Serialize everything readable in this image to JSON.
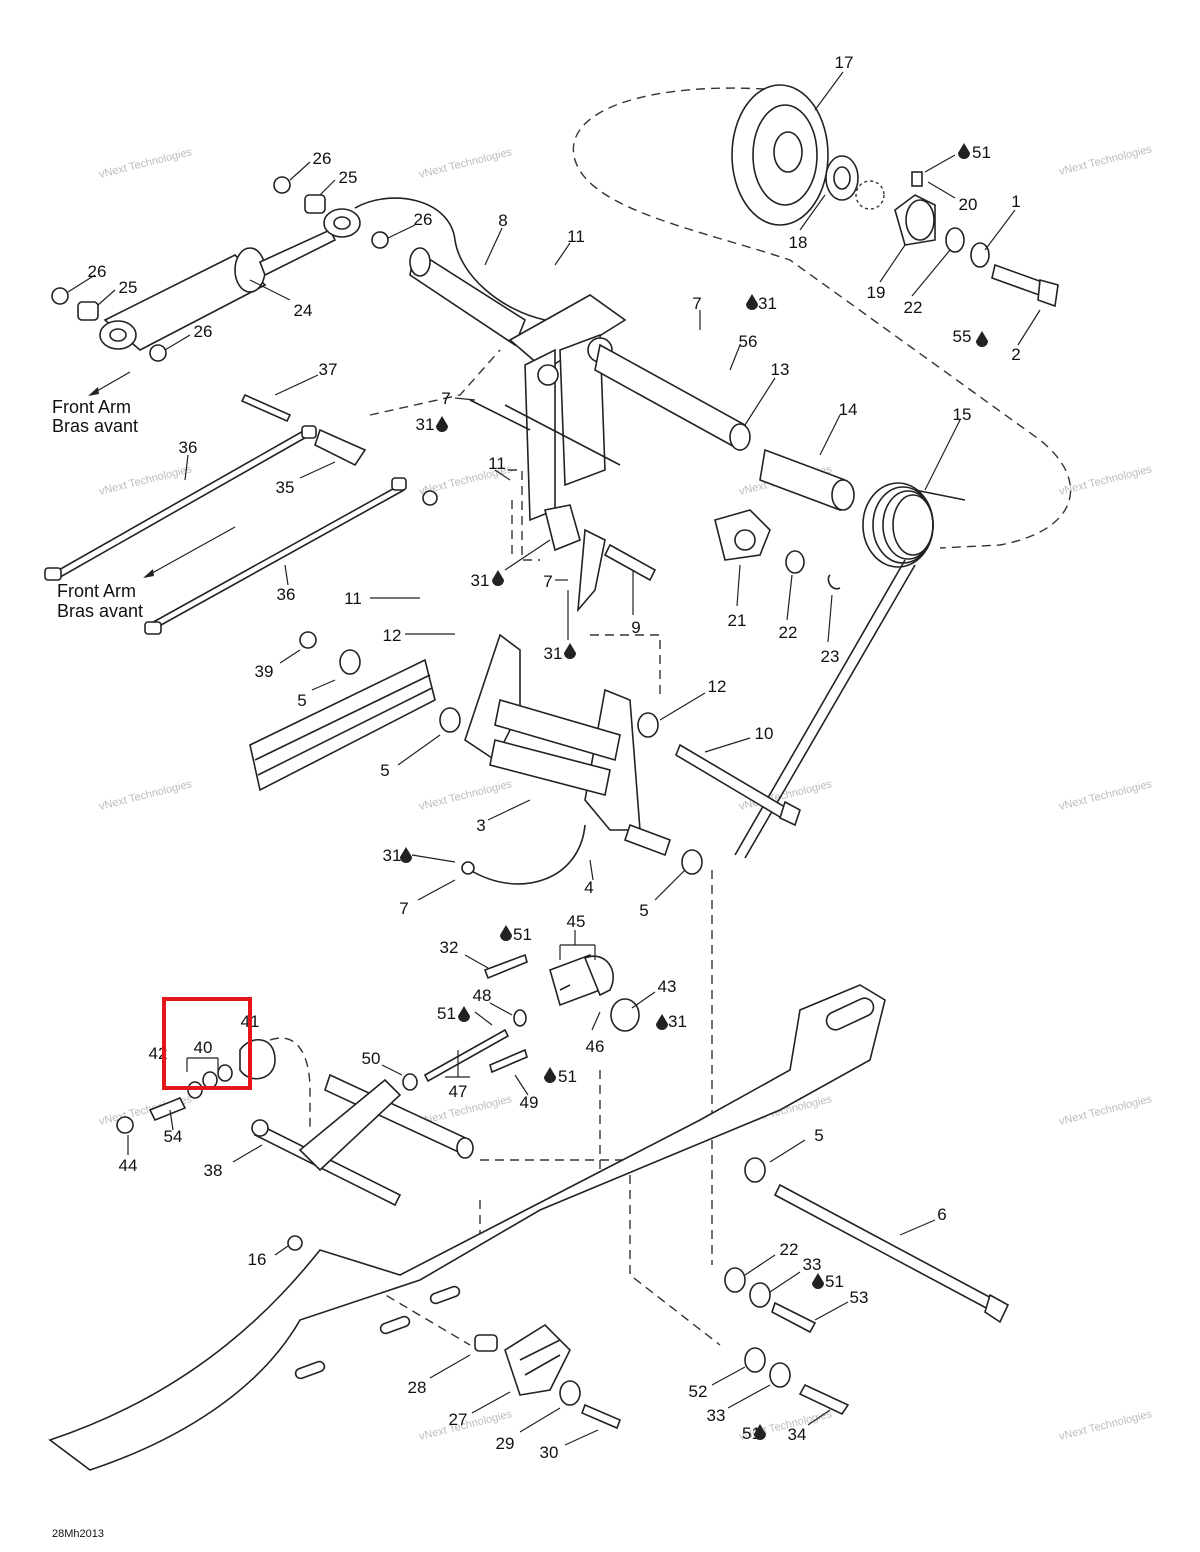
{
  "figure_code": "28Mh2013",
  "watermark_text": "vNext Technologies",
  "notes": {
    "front_arm_1": [
      "Front Arm",
      "Bras avant"
    ],
    "front_arm_2": [
      "Front Arm",
      "Bras avant"
    ]
  },
  "highlight": {
    "color": "#e3161b",
    "parts": [
      "40",
      "41",
      "42"
    ]
  },
  "labels": [
    "17",
    "51",
    "20",
    "1",
    "18",
    "19",
    "22",
    "2",
    "55",
    "26",
    "25",
    "26",
    "8",
    "11",
    "26",
    "25",
    "24",
    "26",
    "7",
    "31",
    "56",
    "13",
    "14",
    "15",
    "37",
    "7",
    "31",
    "36",
    "35",
    "11",
    "31",
    "7",
    "9",
    "21",
    "22",
    "23",
    "36",
    "11",
    "12",
    "31",
    "39",
    "5",
    "12",
    "10",
    "5",
    "3",
    "31",
    "4",
    "7",
    "5",
    "45",
    "32",
    "51",
    "48",
    "43",
    "51",
    "31",
    "46",
    "41",
    "40",
    "42",
    "50",
    "47",
    "49",
    "51",
    "54",
    "44",
    "38",
    "5",
    "6",
    "16",
    "22",
    "33",
    "51",
    "53",
    "28",
    "52",
    "27",
    "29",
    "33",
    "51",
    "30",
    "34"
  ]
}
